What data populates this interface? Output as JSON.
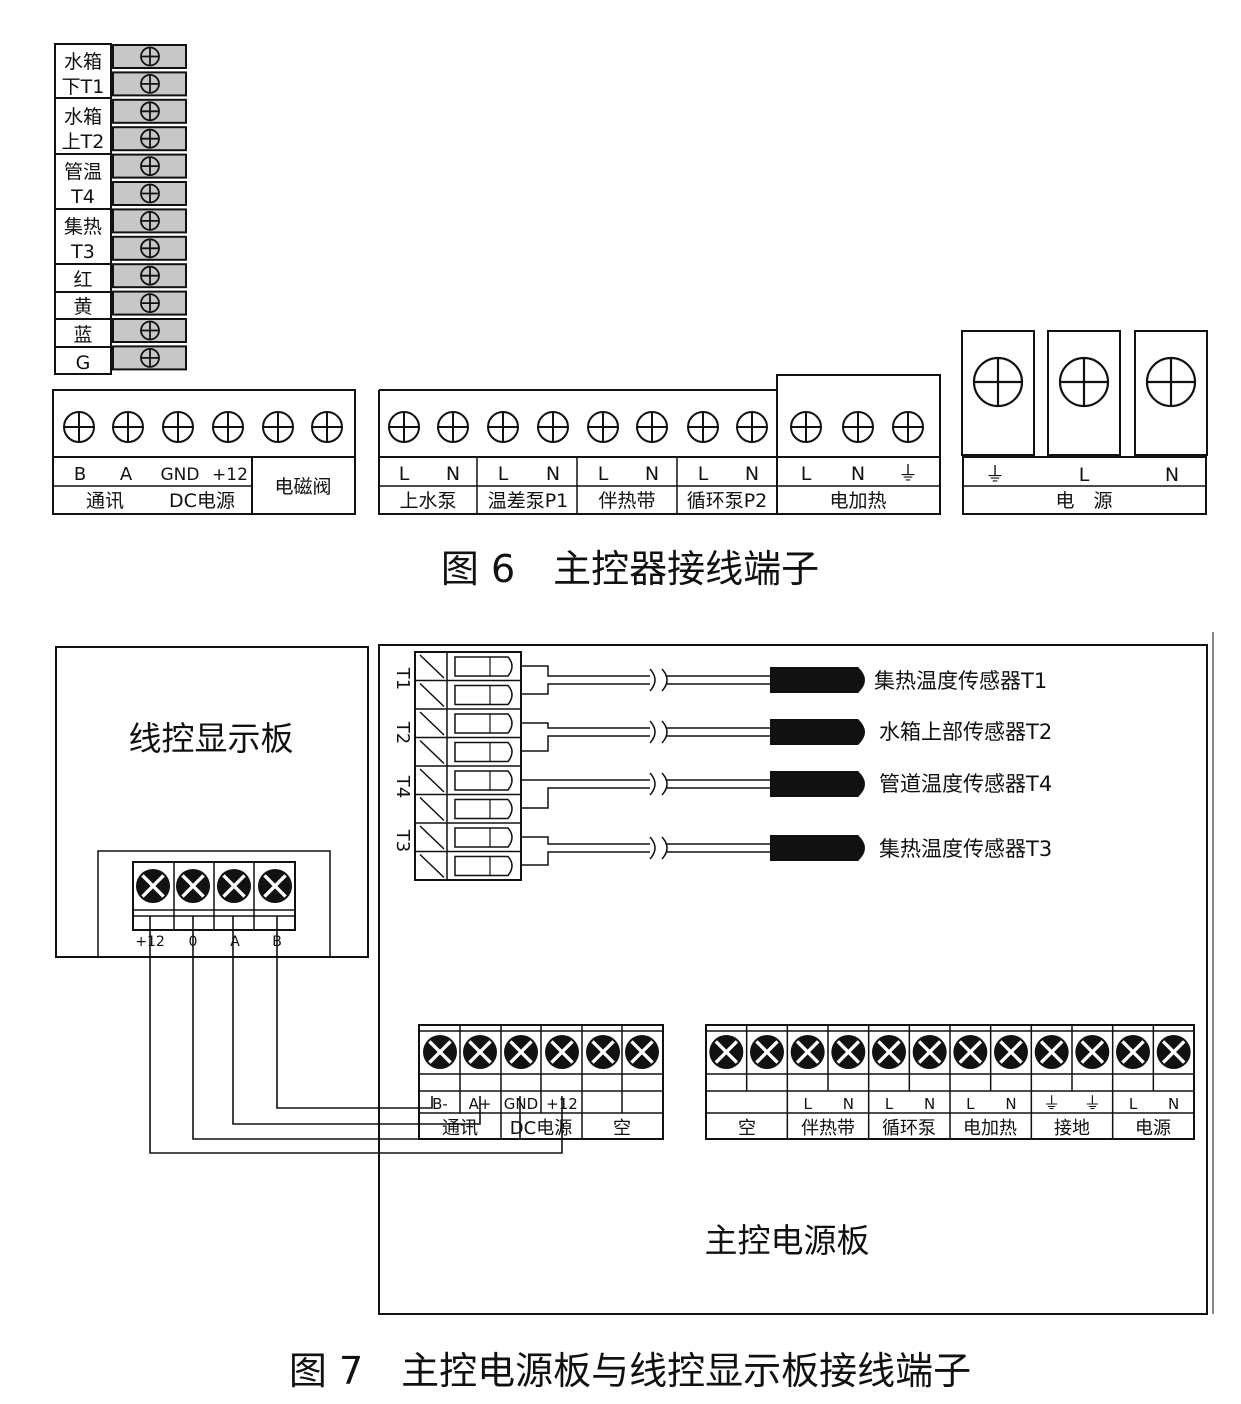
{
  "figure6": {
    "caption": "图 6　主控器接线端子",
    "sensor_strip": {
      "labels": [
        [
          "水箱",
          "下T1"
        ],
        [
          "水箱",
          "上T2"
        ],
        [
          "管温",
          "T4"
        ],
        [
          "集热",
          "T3"
        ],
        [
          "红"
        ],
        [
          "黄"
        ],
        [
          "蓝"
        ],
        [
          "G"
        ]
      ]
    },
    "block_comm": {
      "pins": [
        "B",
        "A",
        "GND",
        "+12"
      ],
      "groups": [
        "通讯",
        "DC电源",
        "电磁阀"
      ]
    },
    "block_outputs": {
      "pins": [
        "L",
        "N",
        "L",
        "N",
        "L",
        "N",
        "L",
        "N",
        "L",
        "N",
        "⏚"
      ],
      "groups": [
        "上水泵",
        "温差泵P1",
        "伴热带",
        "循环泵P2",
        "电加热"
      ]
    },
    "block_power": {
      "pins": [
        "⏚",
        "L",
        "N"
      ],
      "group": "电　源"
    }
  },
  "figure7": {
    "caption": "图 7　主控电源板与线控显示板接线端子",
    "display_board": {
      "title": "线控显示板",
      "pins": [
        "+12",
        "0",
        "A",
        "B"
      ]
    },
    "main_board": {
      "title": "主控电源板",
      "sensor_terminals": [
        "T1",
        "T2",
        "T4",
        "T3"
      ],
      "sensors": [
        "集热温度传感器T1",
        "水箱上部传感器T2",
        "管道温度传感器T4",
        "集热温度传感器T3"
      ],
      "left_block": {
        "pins": [
          "B-",
          "A+",
          "GND",
          "+12"
        ],
        "groups": [
          "通讯",
          "DC电源",
          "空"
        ]
      },
      "right_block": {
        "pins": [
          "L",
          "N",
          "L",
          "N",
          "L",
          "N",
          "⏚",
          "⏚",
          "L",
          "N"
        ],
        "groups": [
          "空",
          "伴热带",
          "循环泵",
          "电加热",
          "接地",
          "电源"
        ]
      }
    }
  }
}
